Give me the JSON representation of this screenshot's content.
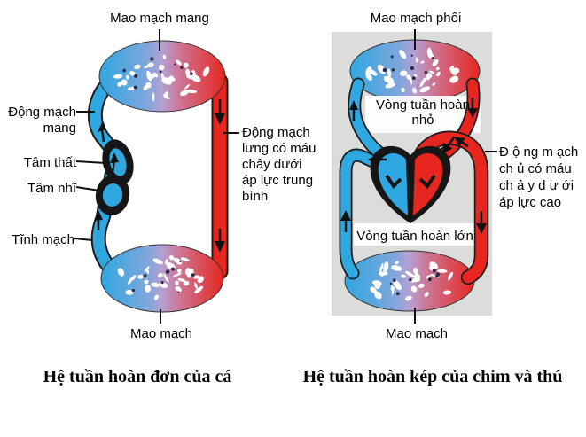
{
  "left_diagram": {
    "labels": {
      "top_capillary": "Mao mạch mang",
      "gill_artery_line1": "Động mạch",
      "gill_artery_line2": "mang",
      "ventricle": "Tâm thất",
      "atrium": "Tâm nhĩ",
      "vein": "Tĩnh mạch",
      "bottom_capillary": "Mao mạch",
      "dorsal_artery_lines": [
        "Động mạch",
        "lưng có máu",
        "chảy dưới",
        "áp lực trung",
        "bình"
      ]
    },
    "caption": "Hệ tuần hoàn đơn của cá"
  },
  "right_diagram": {
    "labels": {
      "top_capillary": "Mao mạch phổi",
      "small_circuit_line1": "Vòng tuần hoàn",
      "small_circuit_line2": "nhỏ",
      "aorta_lines": [
        "Đ ộ ng m ạch",
        "ch ủ có máu",
        "ch ả y d ư ới",
        "áp lực cao"
      ],
      "large_circuit": "Vòng tuần hoàn lớn",
      "bottom_capillary": "Mao mạch"
    },
    "caption": "Hệ tuần hoàn kép của chim và thú"
  },
  "colors": {
    "vein_blue": "#2fa7e0",
    "artery_red": "#e6261f",
    "capillary_purple": "#b5a0d2",
    "heart_black": "#161616",
    "panel_gray": "#dcdcda",
    "outline_dark": "#1c1c1c"
  }
}
